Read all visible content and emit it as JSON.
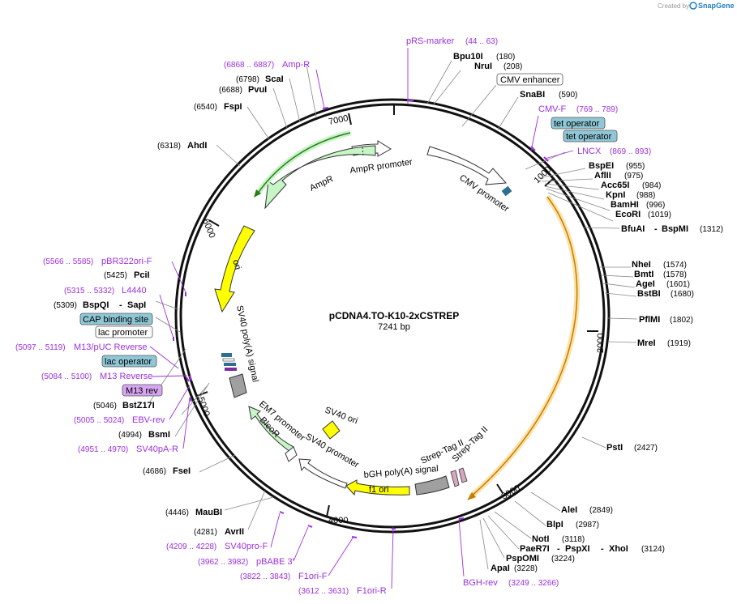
{
  "credit": {
    "prefix": "Created by",
    "brand": "SnapGene"
  },
  "plasmid": {
    "name": "pCDNA4.TO-K10-2xCSTREP",
    "length_label": "7241 bp"
  },
  "ticks": [
    "1000",
    "2000",
    "3000",
    "4000",
    "5000",
    "6000",
    "7000"
  ],
  "enzymes": [
    {
      "name": "Bpu10I",
      "pos": "(180)"
    },
    {
      "name": "NruI",
      "pos": "(208)"
    },
    {
      "name": "SnaBI",
      "pos": "(590)"
    },
    {
      "name": "BspEI",
      "pos": "(955)"
    },
    {
      "name": "AflII",
      "pos": "(975)"
    },
    {
      "name": "Acc65I",
      "pos": "(984)"
    },
    {
      "name": "KpnI",
      "pos": "(988)"
    },
    {
      "name": "BamHI",
      "pos": "(996)"
    },
    {
      "name": "EcoRI",
      "pos": "(1019)"
    },
    {
      "name": "BfuAI",
      "sep": "-",
      "name2": "BspMI",
      "pos": "(1312)"
    },
    {
      "name": "NheI",
      "pos": "(1574)"
    },
    {
      "name": "BmtI",
      "pos": "(1578)"
    },
    {
      "name": "AgeI",
      "pos": "(1601)"
    },
    {
      "name": "BstBI",
      "pos": "(1680)"
    },
    {
      "name": "PflMI",
      "pos": "(1802)"
    },
    {
      "name": "MreI",
      "pos": "(1919)"
    },
    {
      "name": "PstI",
      "pos": "(2427)"
    },
    {
      "name": "AleI",
      "pos": "(2849)"
    },
    {
      "name": "BlpI",
      "pos": "(2987)"
    },
    {
      "name": "NotI",
      "pos": "(3118)"
    },
    {
      "name": "PaeR7I",
      "sep": "-",
      "name2": "PspXI",
      "sep2": "-",
      "name3": "XhoI",
      "pos": "(3124)"
    },
    {
      "name": "PspOMI",
      "pos": "(3224)"
    },
    {
      "name": "ApaI",
      "pos": "(3228)"
    },
    {
      "name": "BsmI",
      "pos": "(4994)"
    },
    {
      "name": "BstZ17I",
      "pos": "(5046)"
    },
    {
      "name": "BspQI",
      "sep": "-",
      "name2": "SapI",
      "pos": "(5309)"
    },
    {
      "name": "PciI",
      "pos": "(5425)"
    },
    {
      "name": "AhdI",
      "pos": "(6318)"
    },
    {
      "name": "FspI",
      "pos": "(6540)"
    },
    {
      "name": "PvuI",
      "pos": "(6688)"
    },
    {
      "name": "ScaI",
      "pos": "(6798)"
    },
    {
      "name": "FseI",
      "pos": "(4686)"
    },
    {
      "name": "MauBI",
      "pos": "(4446)"
    },
    {
      "name": "AvrII",
      "pos": "(4281)"
    }
  ],
  "primers": [
    {
      "name": "pRS-marker",
      "pos": "(44 .. 63)"
    },
    {
      "name": "Amp-R",
      "pos": "(6868 .. 6887)"
    },
    {
      "name": "CMV-F",
      "pos": "(769 .. 789)"
    },
    {
      "name": "LNCX",
      "pos": "(869 .. 893)"
    },
    {
      "name": "pBR322ori-F",
      "pos": "(5566 .. 5585)"
    },
    {
      "name": "L4440",
      "pos": "(5315 .. 5332)"
    },
    {
      "name": "M13/pUC Reverse",
      "pos": "(5097 .. 5119)"
    },
    {
      "name": "M13 Reverse",
      "pos": "(5084 .. 5100)"
    },
    {
      "name": "EBV-rev",
      "pos": "(5005 .. 5024)"
    },
    {
      "name": "SV40pA-R",
      "pos": "(4951 .. 4970)"
    },
    {
      "name": "SV40pro-F",
      "pos": "(4209 .. 4228)"
    },
    {
      "name": "pBABE 3'",
      "pos": "(3962 .. 3982)"
    },
    {
      "name": "F1ori-F",
      "pos": "(3822 .. 3843)"
    },
    {
      "name": "F1ori-R",
      "pos": "(3612 .. 3631)"
    },
    {
      "name": "BGH-rev",
      "pos": "(3249 .. 3266)"
    }
  ],
  "boxed_features": [
    {
      "name": "CMV enhancer"
    },
    {
      "name": "tet operator"
    },
    {
      "name": "tet operator"
    },
    {
      "name": "CAP binding site"
    },
    {
      "name": "lac promoter"
    },
    {
      "name": "lac operator"
    },
    {
      "name": "M13 rev"
    }
  ],
  "features": [
    {
      "name": "CMV promoter"
    },
    {
      "name": "AmpR promoter"
    },
    {
      "name": "AmpR"
    },
    {
      "name": "ori"
    },
    {
      "name": "SV40 poly(A) signal"
    },
    {
      "name": "EM7 promoter"
    },
    {
      "name": "BleoR"
    },
    {
      "name": "SV40 ori"
    },
    {
      "name": "SV40 promoter"
    },
    {
      "name": "bGH poly(A) signal"
    },
    {
      "name": "f1 ori"
    },
    {
      "name": "Strep-Tag II"
    },
    {
      "name": "Strep-Tag II"
    }
  ],
  "colors": {
    "backbone": "#111111",
    "enzyme_line": "#888888",
    "primer": "#9b30e0",
    "amp_fill": "#c6f5c6",
    "amp_arrow": "#2d7a1a",
    "ori_fill": "#ffff00",
    "cds_orange": "#f2a623",
    "operator_fill": "#8fc7d6",
    "m13_fill": "#d7a6f2",
    "promoter_fill": "#ffffff",
    "polyA_fill": "#a0a0a0"
  }
}
